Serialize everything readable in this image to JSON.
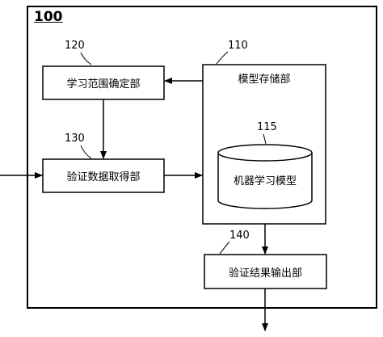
{
  "system": {
    "id": "100"
  },
  "blocks": {
    "learning_range": {
      "ref": "120",
      "label": "学习范围确定部"
    },
    "verification_data": {
      "ref": "130",
      "label": "验证数据取得部"
    },
    "model_storage": {
      "ref": "110",
      "label": "模型存储部"
    },
    "ml_model": {
      "ref": "115",
      "label": "机器学习模型"
    },
    "result_output": {
      "ref": "140",
      "label": "验证结果输出部"
    }
  },
  "colors": {
    "line": "#000000",
    "background": "#ffffff"
  }
}
